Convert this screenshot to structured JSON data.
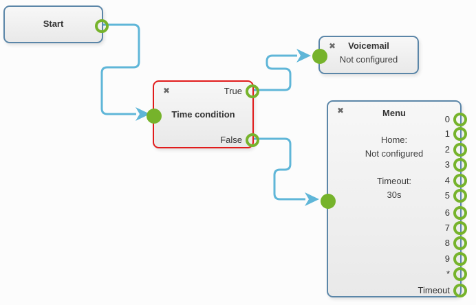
{
  "colors": {
    "canvas_bg": "#fcfcfc",
    "connector": "#5fb6d8",
    "node_border": "#5b86a8",
    "selected_node_border": "#e11b1b",
    "port_green": "#76b32b",
    "close_icon": "#6a6a6a",
    "text": "#333333"
  },
  "icons": {
    "close": "✖"
  },
  "nodes": {
    "start": {
      "title": "Start"
    },
    "time_condition": {
      "title": "Time condition",
      "selected": true,
      "outputs": {
        "true_label": "True",
        "false_label": "False"
      }
    },
    "voicemail": {
      "title": "Voicemail",
      "status": "Not configured"
    },
    "menu": {
      "title": "Menu",
      "home_label": "Home:",
      "home_value": "Not configured",
      "timeout_label": "Timeout:",
      "timeout_value": "30s",
      "outputs": [
        "0",
        "1",
        "2",
        "3",
        "4",
        "5",
        "6",
        "7",
        "8",
        "9",
        "*",
        "Timeout"
      ]
    }
  },
  "connections": [
    {
      "from": "start",
      "port": "out",
      "to": "time_condition"
    },
    {
      "from": "time_condition",
      "port": "True",
      "to": "voicemail"
    },
    {
      "from": "time_condition",
      "port": "False",
      "to": "menu"
    }
  ]
}
